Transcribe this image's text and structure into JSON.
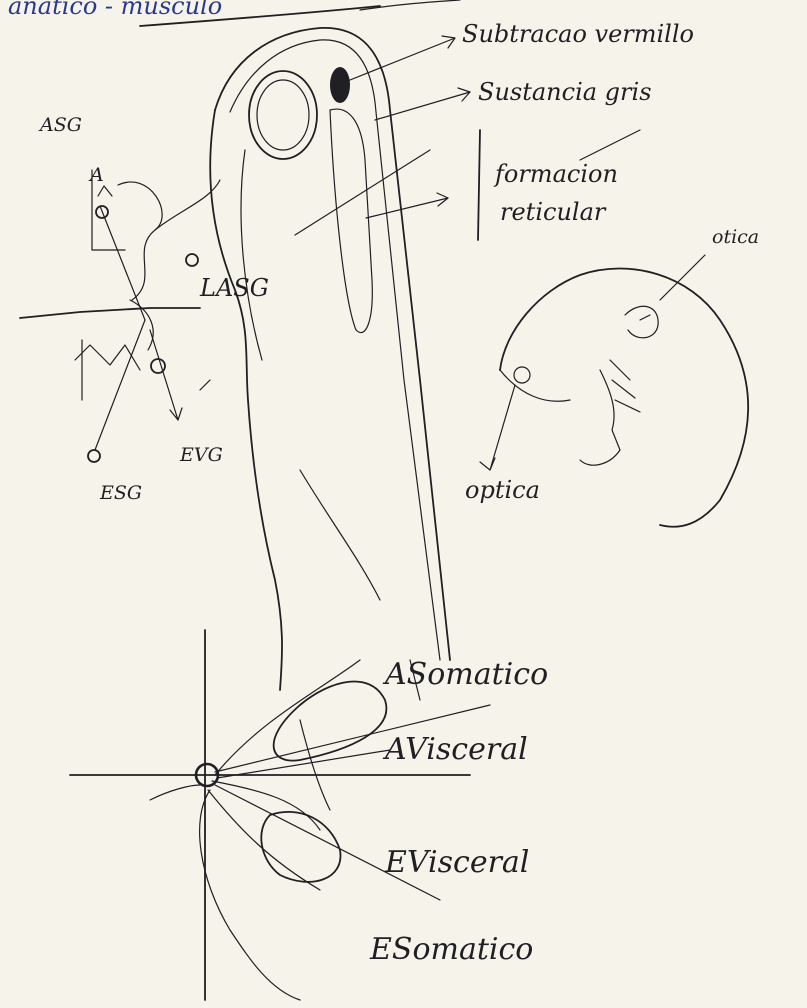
{
  "header_fragment": {
    "text": "anatico - musculo"
  },
  "labels": {
    "subtraction_vermillo": "Subtracao vermillo",
    "substance_gris": "Sustancia gris",
    "formacion": "formacion",
    "reticular": "reticular",
    "otica": "otica",
    "optica": "optica",
    "asg": "ASG",
    "lasg": "LASG",
    "evg": "EVG",
    "esg": "ESG",
    "a_mark": "A",
    "asomatico": "ASomatico",
    "avisceral": "AVisceral",
    "evisceral": "EVisceral",
    "esomatico": "ESomatico"
  },
  "colors": {
    "ink": "#1f1f24",
    "paper": "#f6f3ea",
    "header_ink": "#2a3a8a"
  }
}
